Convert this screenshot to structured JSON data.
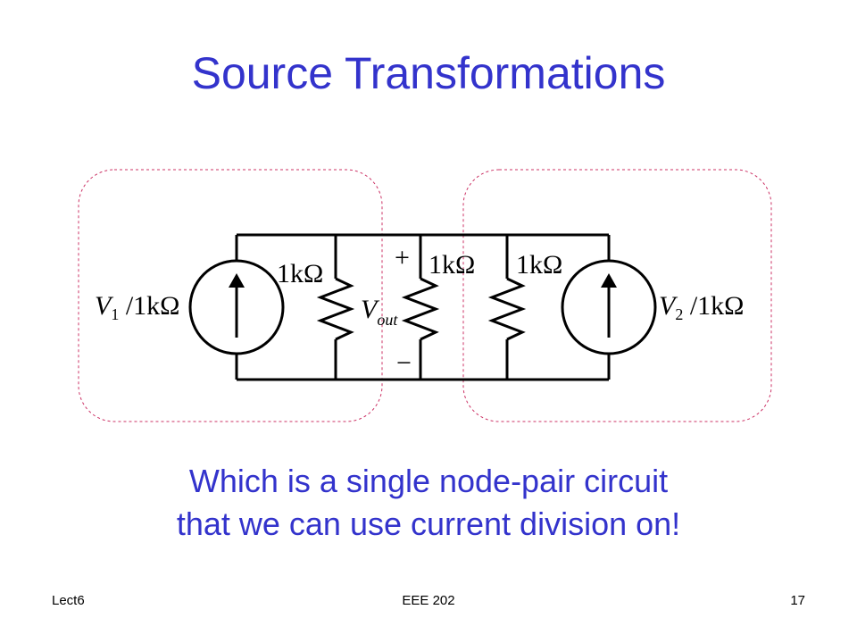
{
  "slide": {
    "title": "Source Transformations",
    "body_lines": [
      "Which is a single node-pair circuit",
      "that we can use current division on!"
    ]
  },
  "circuit": {
    "source_left_label": "V",
    "source_left_subscript": "1",
    "source_left_suffix": " /1kΩ",
    "source_right_label": "V",
    "source_right_subscript": "2",
    "source_right_suffix": " /1kΩ",
    "resistor_label_1": "1kΩ",
    "resistor_label_2": "1kΩ",
    "resistor_label_3": "1kΩ",
    "vout_label": "V",
    "vout_subscript": "out",
    "plus_sign": "+",
    "minus_sign": "−"
  },
  "footer": {
    "left": "Lect6",
    "center": "EEE 202",
    "right": "17"
  },
  "colors": {
    "title": "#3333cc",
    "dashed_box": "#cc3366",
    "circuit": "#000000"
  }
}
